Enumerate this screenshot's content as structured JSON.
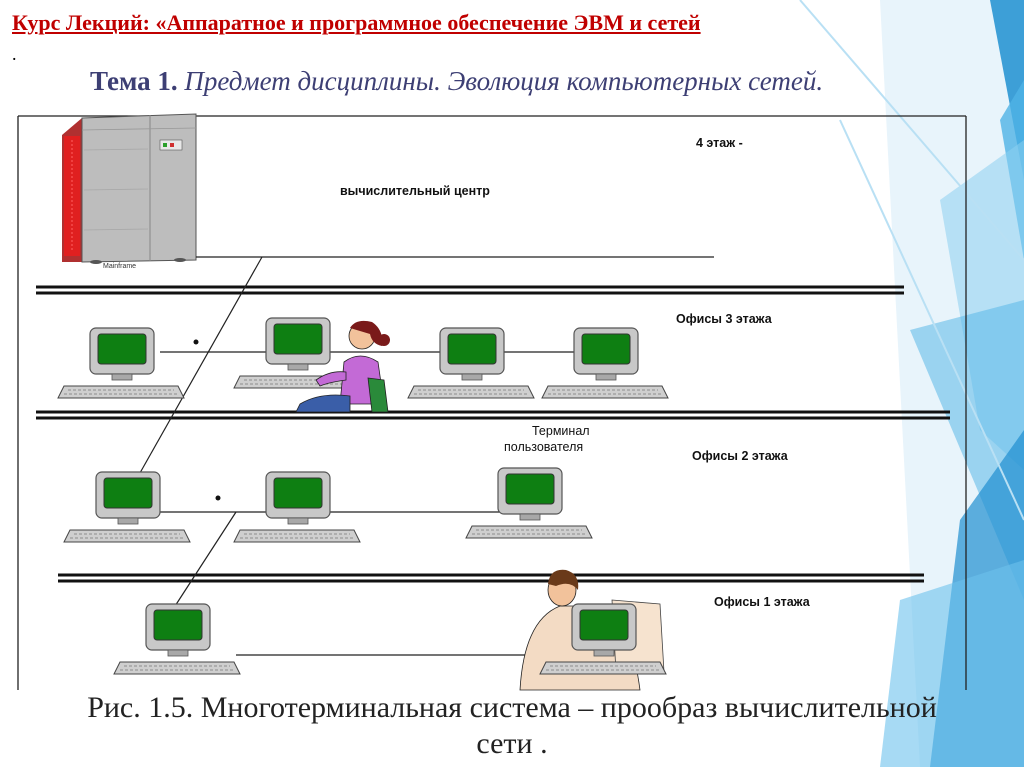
{
  "header": {
    "course_title": "Курс Лекций: «Аппаратное и программное обеспечение ЭВМ и сетей",
    "bullet_dot": ".",
    "topic_prefix": "Тема 1.",
    "topic_title": "Предмет дисциплины. Эволюция компьютерных сетей."
  },
  "diagram": {
    "mainframe_label": "Mainframe",
    "floor4_label": "4 этаж -",
    "computing_center_label": "вычислительный центр",
    "floor3_label": "Офисы 3 этажа",
    "terminal_label_line1": "Терминал",
    "terminal_label_line2": "пользователя",
    "floor2_label": "Офисы 2 этажа",
    "floor1_label": "Офисы 1 этажа"
  },
  "caption": {
    "line1": "Рис. 1.5. Многотерминальная система – прообраз вычислительной",
    "line2": "сети ."
  },
  "colors": {
    "title_red": "#c00000",
    "topic_navy": "#3d3f74",
    "screen_green": "#0e7f12",
    "terminal_gray": "#c8c8c8",
    "accent_blue": "#1f8fd0"
  }
}
